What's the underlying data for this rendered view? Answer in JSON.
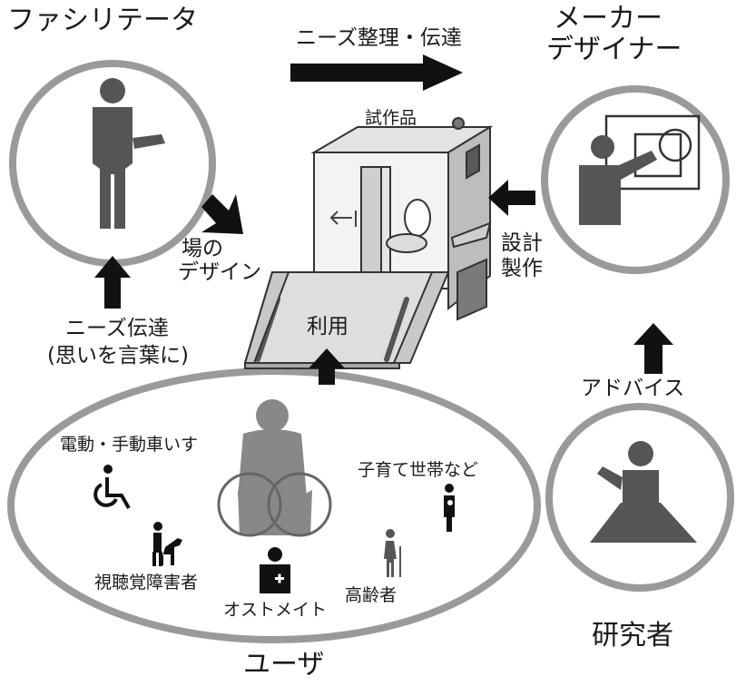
{
  "roles": {
    "facilitator": "ファシリテータ",
    "maker_line1": "メーカー",
    "maker_line2": "デザイナー",
    "researcher": "研究者",
    "user": "ユーザ"
  },
  "flows": {
    "needs_organize": "ニーズ整理・伝達",
    "prototype": "試作品",
    "place_design_line1": "場の",
    "place_design_line2": "デザイン",
    "design_make_line1": "設計",
    "design_make_line2": "製作",
    "use": "利用",
    "needs_convey_line1": "ニーズ伝達",
    "needs_convey_line2": "(思いを言葉に)",
    "advice": "アドバイス"
  },
  "user_types": {
    "wheelchair": "電動・手動車いす",
    "parenting": "子育て世帯など",
    "visual": "視聴覚障害者",
    "ostomate": "オストメイト",
    "elderly": "高齢者"
  }
}
